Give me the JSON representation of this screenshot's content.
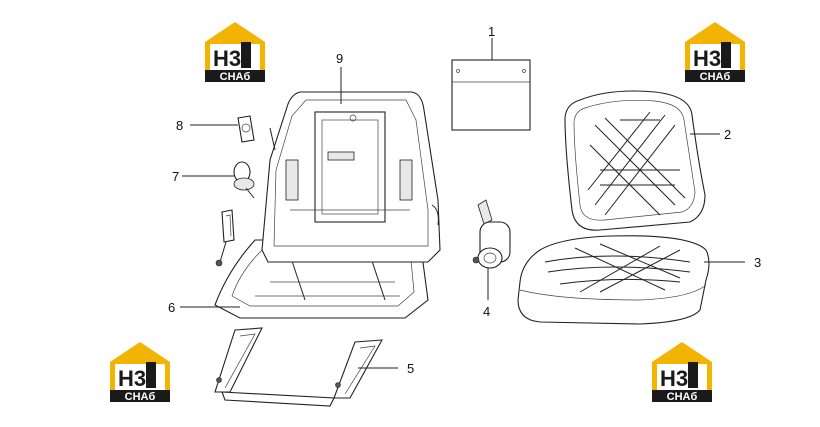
{
  "logo": {
    "top_text": "H3",
    "bottom_text": "CHAб",
    "colors": {
      "gold": "#f2b400",
      "black": "#1a1a1a",
      "white": "#ffffff"
    }
  },
  "callouts": [
    {
      "id": "1",
      "label": "1"
    },
    {
      "id": "2",
      "label": "2"
    },
    {
      "id": "3",
      "label": "3"
    },
    {
      "id": "4",
      "label": "4"
    },
    {
      "id": "5",
      "label": "5"
    },
    {
      "id": "6",
      "label": "6"
    },
    {
      "id": "7",
      "label": "7"
    },
    {
      "id": "8",
      "label": "8"
    },
    {
      "id": "9",
      "label": "9"
    }
  ]
}
